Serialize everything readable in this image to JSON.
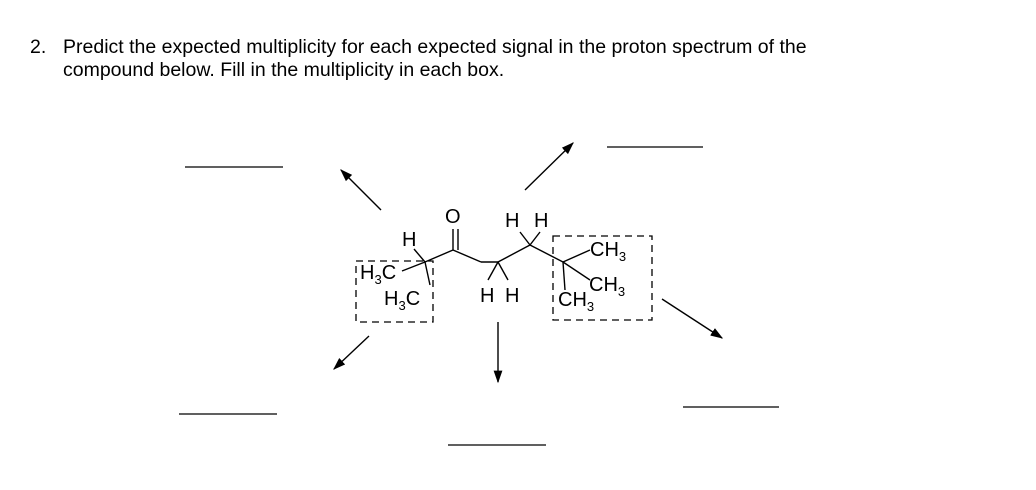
{
  "question": {
    "number": "2.",
    "line1": "Predict the expected multiplicity for each expected signal in the proton spectrum of the",
    "line2": "compound below. Fill in the multiplicity in each box."
  },
  "molecule": {
    "oxygen": "O",
    "h_top_left": "H",
    "h3c_upper": "H",
    "h3c_upper_sub": "3",
    "h3c_upper_c": "C",
    "h3c_lower": "H",
    "h3c_lower_sub": "3",
    "h3c_lower_c": "C",
    "h_top_1": "H",
    "h_top_2": "H",
    "h_bottom_1": "H",
    "h_bottom_2": "H",
    "ch3_a": "CH",
    "ch3_a_sub": "3",
    "ch3_b": "CH",
    "ch3_b_sub": "3",
    "ch3_c": "CH",
    "ch3_c_sub": "3"
  },
  "answer_blanks": {
    "top_left": "",
    "top_right": "",
    "bottom_left": "",
    "bottom_center": "",
    "bottom_right": ""
  }
}
